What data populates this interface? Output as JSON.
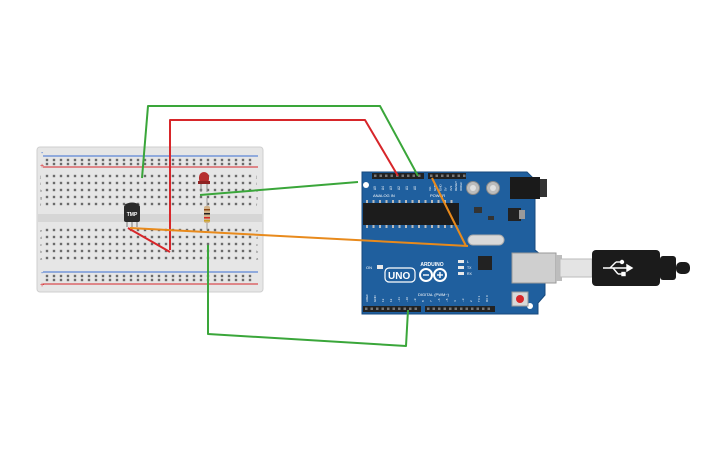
{
  "breadboard": {
    "rail_top_plus": "+",
    "rail_top_minus": "-",
    "rail_bottom_plus": "+",
    "rail_bottom_minus": "-",
    "rows_top": [
      "j",
      "i",
      "h",
      "g",
      "f"
    ],
    "rows_bottom": [
      "e",
      "d",
      "c",
      "b",
      "a"
    ]
  },
  "sensor": {
    "label": "TMP"
  },
  "arduino": {
    "power_header_label": "POWER",
    "analog_header_label": "ANALOG IN",
    "analog_pins": [
      "A0",
      "A1",
      "A2",
      "A3",
      "A4",
      "A5"
    ],
    "power_pins": [
      "IOREF",
      "RESET",
      "3V3",
      "5V",
      "GND",
      "GND",
      "Vin"
    ],
    "digital_label": "DIGITAL (PWM~)",
    "digital_pins": [
      "AREF",
      "GND",
      "13",
      "12",
      "~11",
      "~10",
      "~9",
      "8",
      "7",
      "~6",
      "~5",
      "4",
      "~3",
      "2",
      "TX 1",
      "RX 0"
    ],
    "brand_uno": "UNO",
    "brand_arduino": "ARDUINO",
    "led_on_label": "ON",
    "tx_label": "TX",
    "rx_label": "RX",
    "l_label": "L"
  },
  "colors": {
    "wire_red": "#d7262a",
    "wire_green": "#3aa63a",
    "wire_orange": "#e88a1c",
    "board_blue": "#1f5f9e",
    "breadboard": "#e8e8e8"
  }
}
